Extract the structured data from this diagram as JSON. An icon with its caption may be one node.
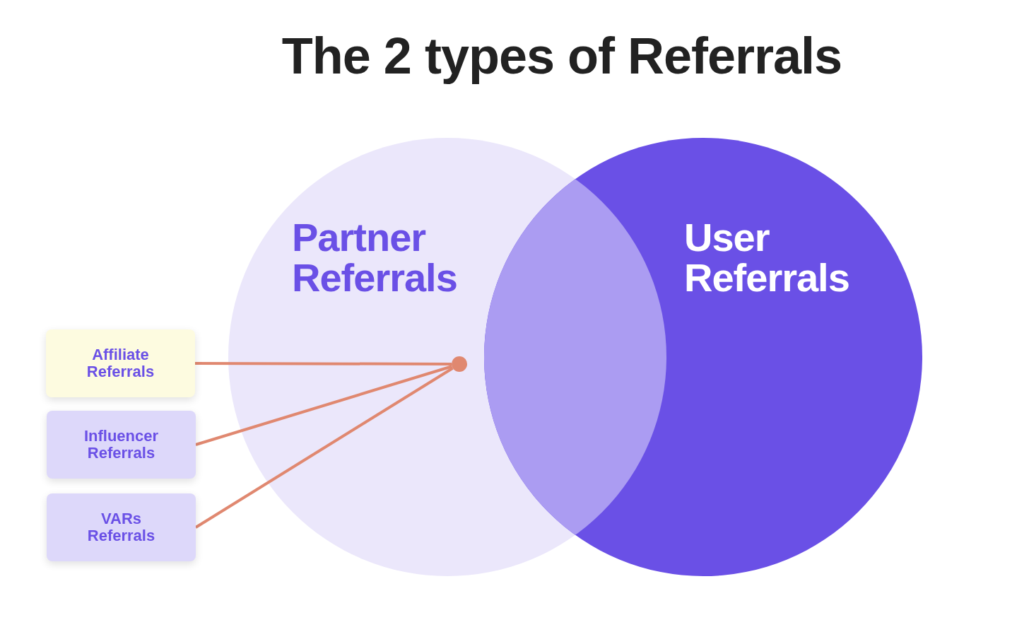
{
  "diagram": {
    "title": "The 2 types of Referrals",
    "nodes": [
      {
        "text": [
          "Partner Referrals"
        ]
      },
      {
        "text": [
          "User Referrals"
        ]
      },
      {
        "text": [
          "Affiliate Referrals"
        ]
      },
      {
        "text": [
          "Influencer Referrals"
        ]
      },
      {
        "text": [
          "VARs Referrals"
        ]
      },
      {
        "text": [],
        "shape": "circle",
        "in": 0
      }
    ],
    "edges": [
      {
        "from": 2,
        "to": 5,
        "arrow": "none"
      },
      {
        "from": 3,
        "to": 5,
        "arrow": "none"
      },
      {
        "from": 4,
        "to": 5,
        "arrow": "none"
      }
    ]
  }
}
